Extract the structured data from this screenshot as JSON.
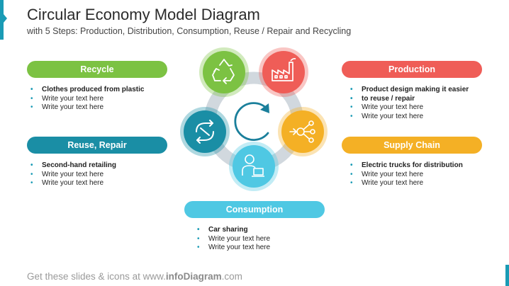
{
  "title": "Circular Economy Model Diagram",
  "subtitle": "with 5 Steps: Production, Distribution, Consumption, Reuse / Repair and Recycling",
  "colors": {
    "recycle": "#7cc243",
    "production": "#ef5d57",
    "supply_chain": "#f4b025",
    "consumption": "#4fc8e3",
    "reuse_repair": "#1a8ea5",
    "ring": "#d1d8de",
    "center_arrow": "#1a7f9b"
  },
  "steps": {
    "recycle": {
      "label": "Recycle",
      "icon": "recycle-icon",
      "points": [
        "Clothes produced from plastic",
        "Write your text here",
        "Write your text here"
      ]
    },
    "reuse_repair": {
      "label": "Reuse, Repair",
      "icon": "swap-arrows-icon",
      "points": [
        "Second-hand retailing",
        "Write your text here",
        "Write your text here"
      ]
    },
    "production": {
      "label": "Production",
      "icon": "factory-icon",
      "points": [
        "Product design making it easier",
        "to reuse / repair",
        "Write your text here",
        "Write your text here"
      ]
    },
    "supply_chain": {
      "label": "Supply Chain",
      "icon": "distribution-network-icon",
      "points": [
        "Electric trucks for distribution",
        "Write your text here",
        "Write your text here"
      ]
    },
    "consumption": {
      "label": "Consumption",
      "icon": "user-computer-icon",
      "points": [
        "Car sharing",
        "Write your text here",
        "Write your text here"
      ]
    }
  },
  "footer": {
    "prefix": "Get these slides & icons at www.",
    "brand": "infoDiagram",
    "suffix": ".com"
  }
}
